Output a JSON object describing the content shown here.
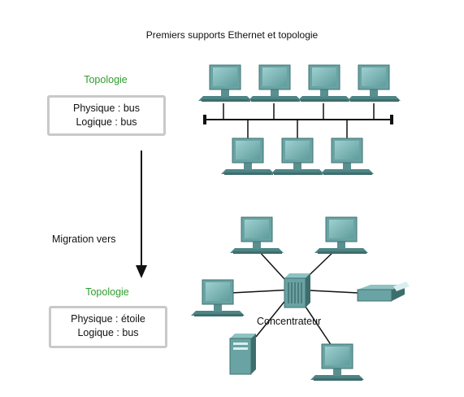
{
  "title": "Premiers supports Ethernet et topologie",
  "top": {
    "heading": "Topologie",
    "physical": "Physique : bus",
    "logical": "Logique : bus"
  },
  "migration": "Migration vers",
  "bottom": {
    "heading": "Topologie",
    "physical": "Physique : étoile",
    "logical": "Logique : bus"
  },
  "hub_label": "Concentrateur",
  "colors": {
    "accent_green": "#2e9e2e",
    "device_teal": "#5f9c9c",
    "box_border": "#c9c9c9"
  },
  "icons": [
    "computer-icon",
    "hub-icon",
    "printer-icon",
    "server-icon"
  ]
}
